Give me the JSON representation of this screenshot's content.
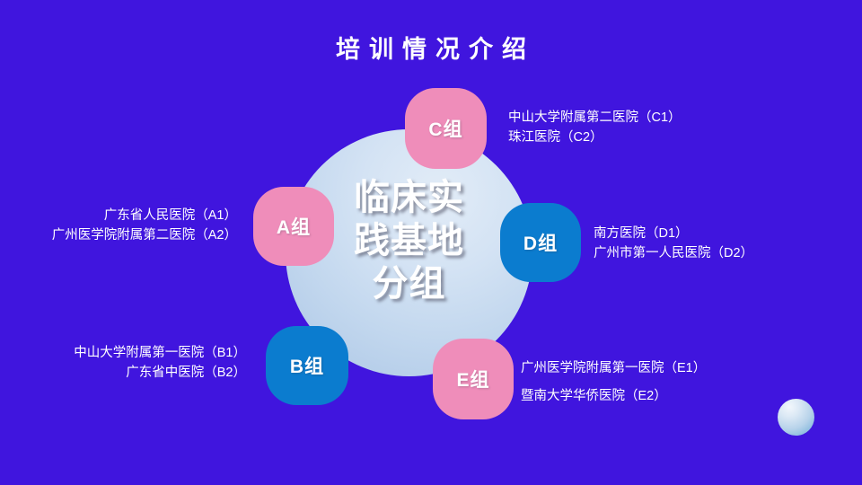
{
  "slide": {
    "title": "培训情况介绍",
    "background_color": "#4015DE"
  },
  "center": {
    "line1": "临床实",
    "line2": "践基地",
    "line3": "分组",
    "full_text": "临床实践基地分组",
    "circle_color": "#CFDFF1"
  },
  "colors": {
    "pink": "#EF8DBA",
    "blue": "#0B7CCF",
    "text": "#FFFFFF"
  },
  "groups": {
    "a": {
      "badge": "A组",
      "color": "#EF8DBA",
      "items": [
        "广东省人民医院（A1）",
        "广州医学院附属第二医院（A2）"
      ]
    },
    "b": {
      "badge": "B组",
      "color": "#0B7CCF",
      "items": [
        "中山大学附属第一医院（B1）",
        "广东省中医院（B2）"
      ]
    },
    "c": {
      "badge": "C组",
      "color": "#EF8DBA",
      "items": [
        "中山大学附属第二医院（C1）",
        "珠江医院（C2）"
      ]
    },
    "d": {
      "badge": "D组",
      "color": "#0B7CCF",
      "items": [
        "南方医院（D1）",
        "广州市第一人民医院（D2）"
      ]
    },
    "e": {
      "badge": "E组",
      "color": "#EF8DBA",
      "items": [
        "广州医学院附属第一医院（E1）",
        "暨南大学华侨医院（E2）"
      ]
    }
  },
  "decoration": {
    "dot_icon": "gradient-circle-dot"
  }
}
